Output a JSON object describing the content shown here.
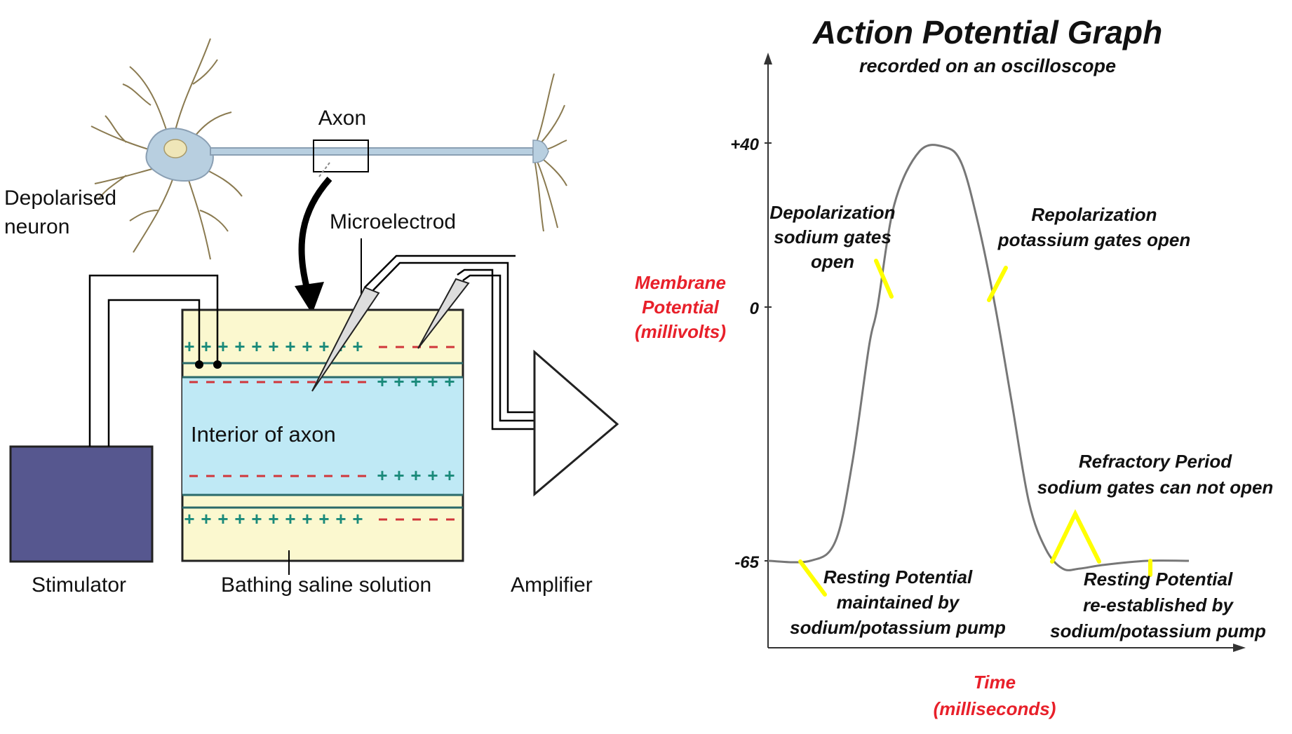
{
  "left_diagram": {
    "axon_label": "Axon",
    "neuron_label_line1": "Depolarised",
    "neuron_label_line2": "neuron",
    "microelectrode_label": "Microelectrod",
    "interior_label": "Interior of axon",
    "stimulator_label": "Stimulator",
    "bath_label": "Bathing saline solution",
    "amplifier_label": "Amplifier",
    "plus_sign": "+",
    "colors": {
      "neuron_fill": "#b8cfe0",
      "nucleus_fill": "#efe6b8",
      "bath_fill": "#fbf8cf",
      "interior_fill": "#bfe9f5",
      "stimulator_fill": "#56578f",
      "plus_color": "#1a8a7a",
      "minus_color": "#d0363a"
    }
  },
  "right_graph": {
    "title": "Action Potential Graph",
    "subtitle": "recorded on an oscilloscope",
    "y_axis_title": [
      "Membrane",
      "Potential",
      "(millivolts)"
    ],
    "x_axis_title": [
      "Time",
      "(milliseconds)"
    ],
    "y_ticks": [
      "+40",
      "0",
      "-65"
    ],
    "annotations": {
      "depolarization": [
        "Depolarization",
        "sodium gates",
        "open"
      ],
      "repolarization": [
        "Repolarization",
        "potassium gates open"
      ],
      "refractory": [
        "Refractory Period",
        "sodium gates can not open"
      ],
      "resting1": [
        "Resting Potential",
        "maintained by",
        "sodium/potassium pump"
      ],
      "resting2": [
        "Resting Potential",
        "re-established by",
        "sodium/potassium pump"
      ]
    },
    "colors": {
      "axis_title": "#e8202a",
      "pointer": "#ffff00",
      "curve": "#777777"
    }
  },
  "chart_data": {
    "type": "line",
    "title": "Action Potential Graph",
    "subtitle": "recorded on an oscilloscope",
    "xlabel": "Time (milliseconds)",
    "ylabel": "Membrane Potential (millivolts)",
    "y_ticks": [
      40,
      0,
      -65
    ],
    "series": [
      {
        "points": [
          [
            0,
            -65
          ],
          [
            5,
            -65
          ],
          [
            8,
            -60
          ],
          [
            10,
            -40
          ],
          [
            12,
            -10
          ],
          [
            13,
            0
          ],
          [
            15,
            25
          ],
          [
            18,
            38
          ],
          [
            21,
            39
          ],
          [
            23,
            35
          ],
          [
            25,
            20
          ],
          [
            27,
            0
          ],
          [
            29,
            -25
          ],
          [
            31,
            -50
          ],
          [
            33,
            -62
          ],
          [
            35,
            -67
          ],
          [
            37,
            -67
          ],
          [
            40,
            -66
          ],
          [
            45,
            -65
          ],
          [
            50,
            -65
          ]
        ]
      }
    ]
  }
}
